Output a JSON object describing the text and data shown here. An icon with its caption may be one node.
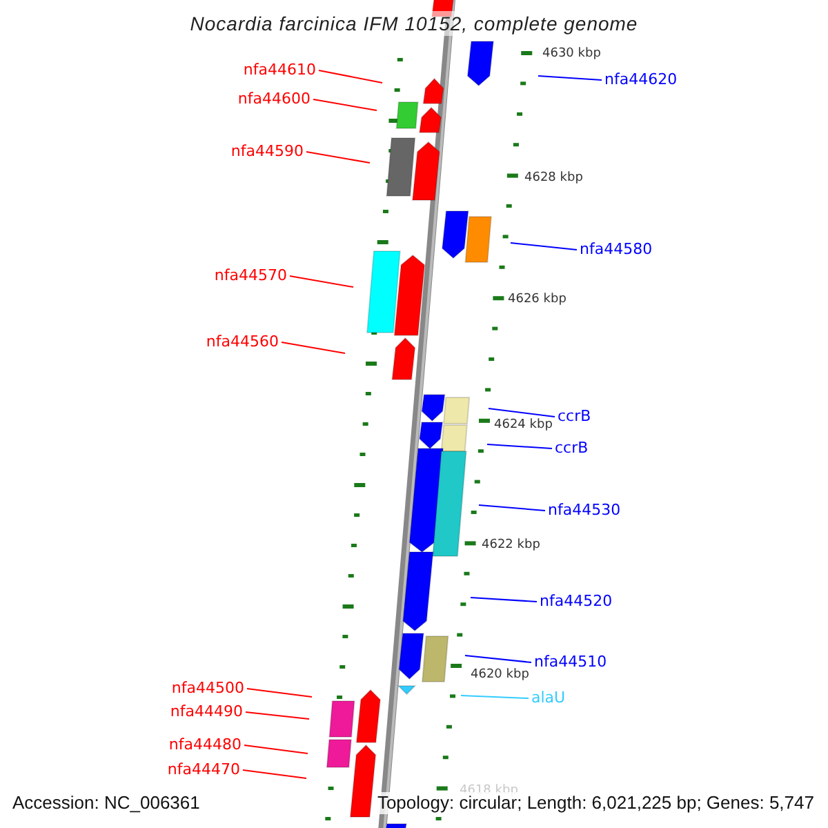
{
  "diagram": {
    "title": "Nocardia farcinica IFM 10152, complete genome",
    "nodes": [
      {
        "text": [
          "nfa44610"
        ]
      },
      {
        "text": [
          "nfa44600"
        ]
      },
      {
        "text": [
          "nfa44590"
        ]
      },
      {
        "text": [
          "nfa44570"
        ]
      },
      {
        "text": [
          "nfa44560"
        ]
      },
      {
        "text": [
          "nfa44500"
        ]
      },
      {
        "text": [
          "nfa44490"
        ]
      },
      {
        "text": [
          "nfa44480"
        ]
      },
      {
        "text": [
          "nfa44470"
        ]
      },
      {
        "text": [
          "nfa44620"
        ]
      },
      {
        "text": [
          "nfa44580"
        ]
      },
      {
        "text": [
          "ccrB"
        ]
      },
      {
        "text": [
          "ccrB"
        ]
      },
      {
        "text": [
          "nfa44530"
        ]
      },
      {
        "text": [
          "nfa44520"
        ]
      },
      {
        "text": [
          "nfa44510"
        ]
      },
      {
        "text": [
          "alaU"
        ]
      }
    ],
    "edges": [
      {
        "from": 0,
        "to": null,
        "arrow": "none",
        "color": "#ff0000"
      },
      {
        "from": 1,
        "to": null,
        "arrow": "none",
        "color": "#ff0000"
      },
      {
        "from": 2,
        "to": null,
        "arrow": "none",
        "color": "#ff0000"
      },
      {
        "from": 3,
        "to": null,
        "arrow": "none",
        "color": "#ff0000"
      },
      {
        "from": 4,
        "to": null,
        "arrow": "none",
        "color": "#ff0000"
      },
      {
        "from": 5,
        "to": null,
        "arrow": "none",
        "color": "#ff0000"
      },
      {
        "from": 6,
        "to": null,
        "arrow": "none",
        "color": "#ff0000"
      },
      {
        "from": 7,
        "to": null,
        "arrow": "none",
        "color": "#ff0000"
      },
      {
        "from": 8,
        "to": null,
        "arrow": "none",
        "color": "#ff0000"
      },
      {
        "from": 9,
        "to": null,
        "arrow": "none",
        "color": "#0000ff"
      },
      {
        "from": 10,
        "to": null,
        "arrow": "none",
        "color": "#0000ff"
      },
      {
        "from": 11,
        "to": null,
        "arrow": "none",
        "color": "#0000ff"
      },
      {
        "from": 12,
        "to": null,
        "arrow": "none",
        "color": "#0000ff"
      },
      {
        "from": 13,
        "to": null,
        "arrow": "none",
        "color": "#0000ff"
      },
      {
        "from": 14,
        "to": null,
        "arrow": "none",
        "color": "#0000ff"
      },
      {
        "from": 15,
        "to": null,
        "arrow": "none",
        "color": "#0000ff"
      },
      {
        "from": 16,
        "to": null,
        "arrow": "none",
        "color": "#33ccff"
      }
    ],
    "labels": [
      "4630 kbp",
      "4628 kbp",
      "4626 kbp",
      "4624 kbp",
      "4622 kbp",
      "4620 kbp",
      "4618 kbp",
      "Accession: NC_006361",
      "Topology: circular; Length: 6,021,225 bp; Genes: 5,747"
    ]
  }
}
